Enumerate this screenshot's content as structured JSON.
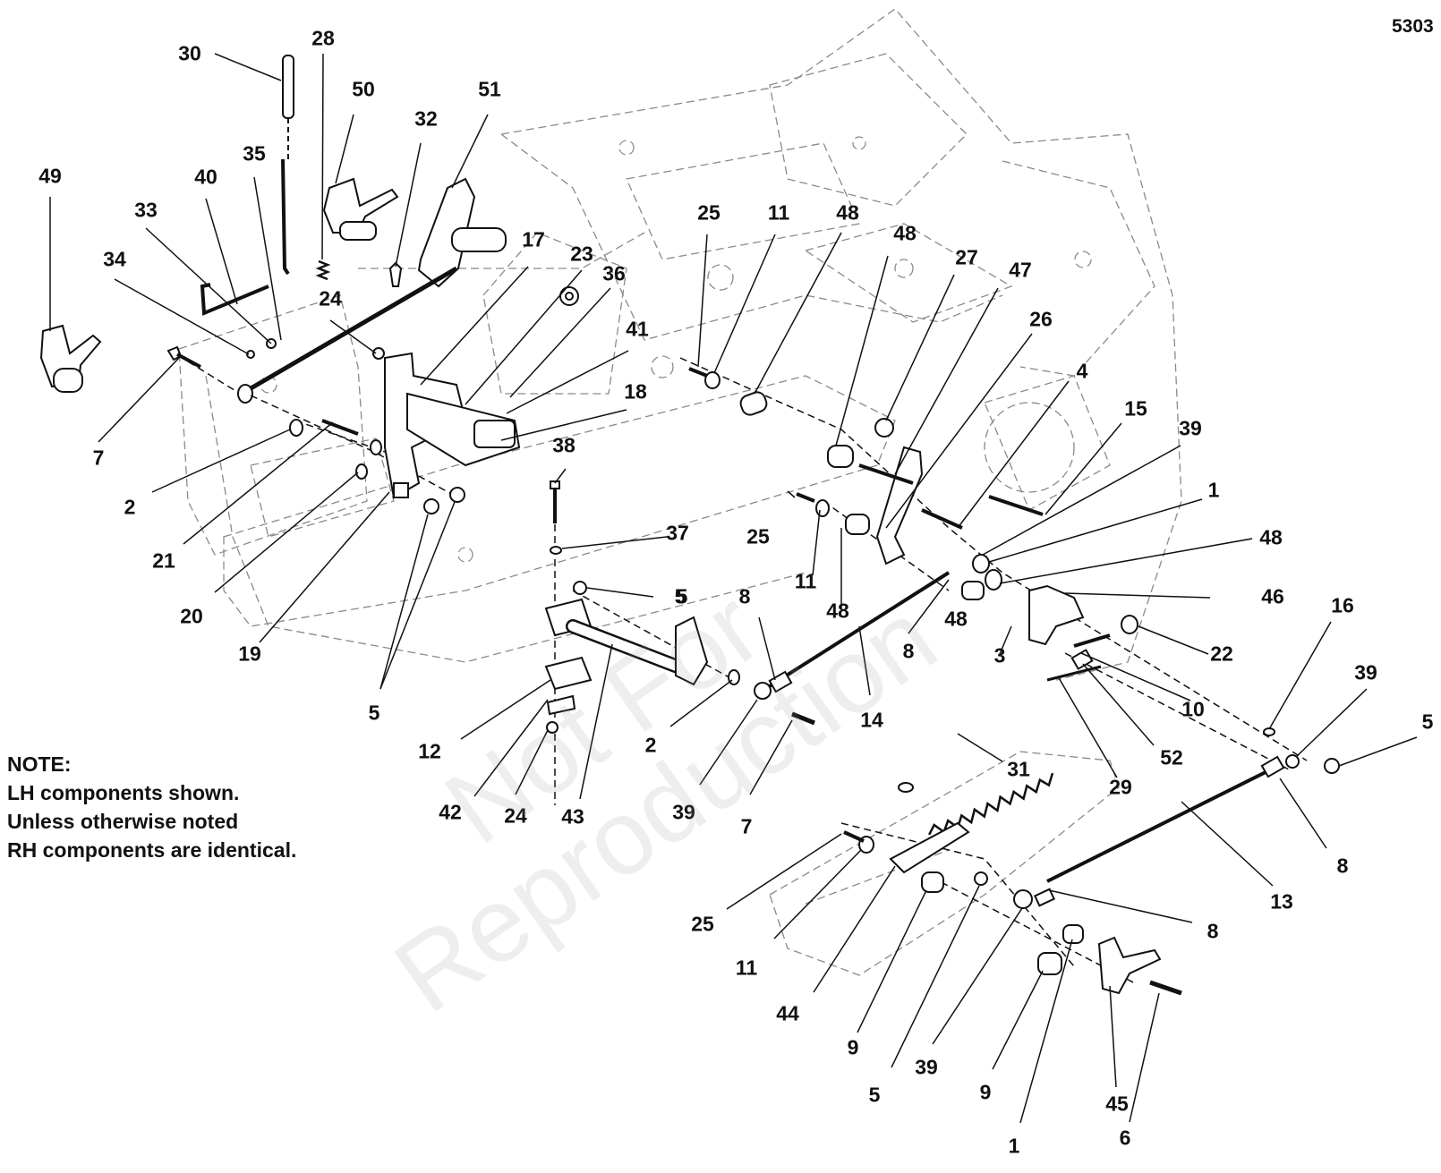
{
  "diagram_id": "5303",
  "note": {
    "heading": "NOTE:",
    "lines": [
      "LH components shown.",
      "Unless otherwise noted",
      "RH components are identical."
    ]
  },
  "watermark": [
    "Not For",
    "Reproduction"
  ],
  "callouts": [
    "30",
    "28",
    "50",
    "51",
    "49",
    "35",
    "40",
    "32",
    "33",
    "34",
    "24",
    "17",
    "23",
    "36",
    "41",
    "18",
    "7",
    "2",
    "21",
    "20",
    "19",
    "5",
    "5",
    "38",
    "37",
    "5",
    "12",
    "42",
    "24",
    "43",
    "2",
    "8",
    "39",
    "7",
    "25",
    "11",
    "48",
    "48",
    "27",
    "47",
    "26",
    "4",
    "15",
    "39",
    "1",
    "48",
    "46",
    "25",
    "11",
    "48",
    "48",
    "8",
    "14",
    "3",
    "22",
    "16",
    "39",
    "5",
    "10",
    "52",
    "31",
    "29",
    "8",
    "13",
    "8",
    "25",
    "11",
    "44",
    "9",
    "5",
    "39",
    "9",
    "1",
    "45",
    "6"
  ]
}
